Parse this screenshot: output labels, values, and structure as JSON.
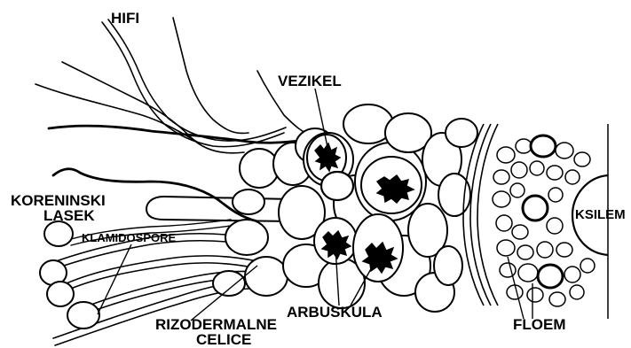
{
  "labels": {
    "hifi": "HIFI",
    "vezikel": "VEZIKEL",
    "koreninski_line1": "KORENINSKI",
    "koreninski_line2": "LASEK",
    "klamidospore": "KLAMIDOSPORE",
    "ksilem": "KSILEM",
    "rizodermalne_line1": "RIZODERMALNE",
    "rizodermalne_line2": "CELICE",
    "arbuskula": "ARBUSKULA",
    "floem": "FLOEM"
  },
  "colors": {
    "ink": "#000000",
    "background": "#ffffff"
  }
}
